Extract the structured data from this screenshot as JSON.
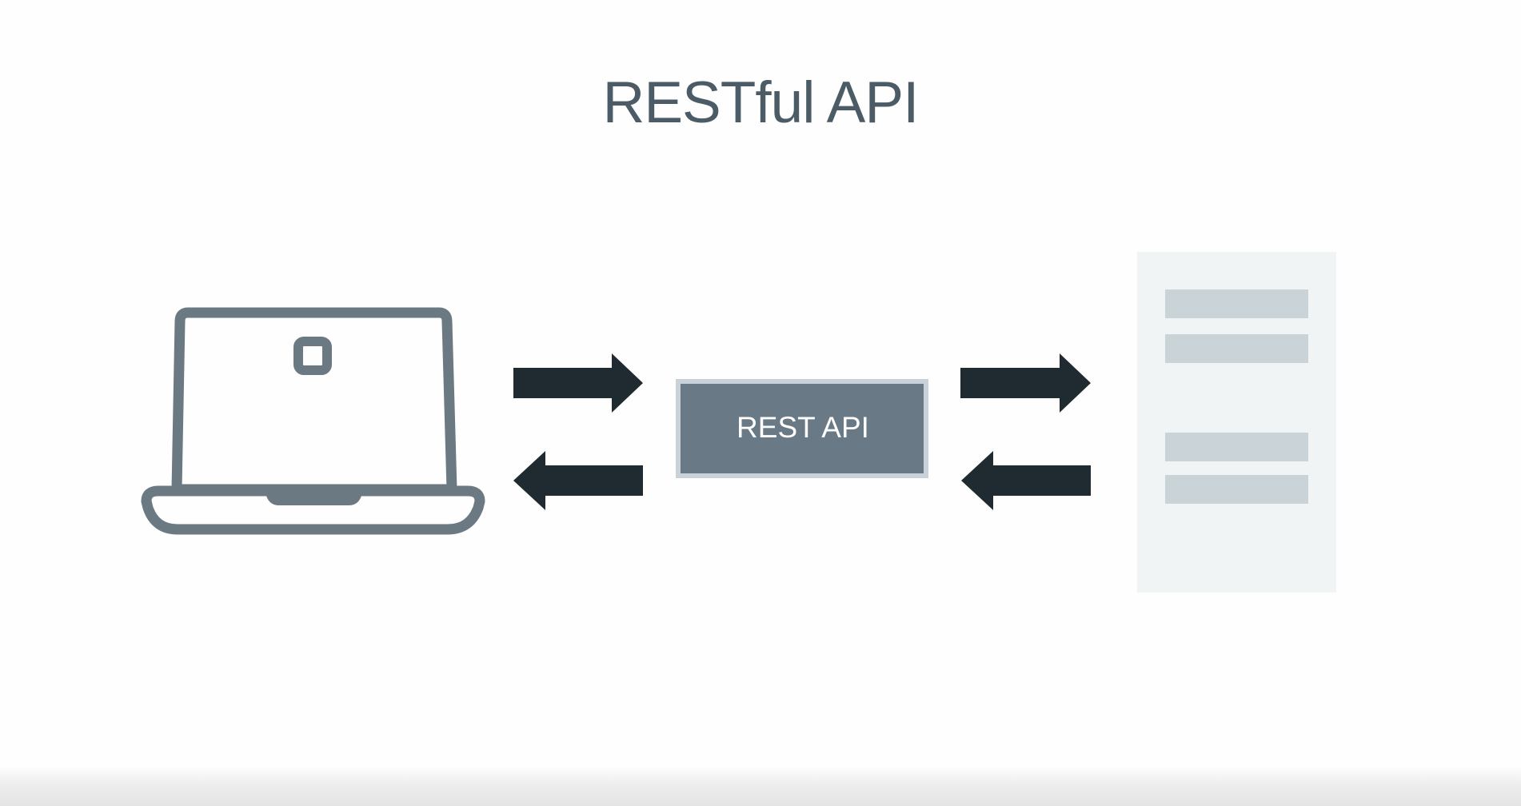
{
  "slide": {
    "title": "RESTful API",
    "api_box_label": "REST API"
  },
  "nodes": {
    "client": {
      "icon": "laptop-icon"
    },
    "api": {
      "label_ref": "slide.api_box_label"
    },
    "server": {
      "icon": "document-icon"
    }
  },
  "colors": {
    "title": "#4b5c66",
    "laptop_outline": "#6b7982",
    "api_box_fill": "#697986",
    "api_box_border": "#c8d2d8",
    "arrow": "#1f2a31",
    "server_panel": "#f0f4f5",
    "server_bars": "#cad3d8"
  }
}
